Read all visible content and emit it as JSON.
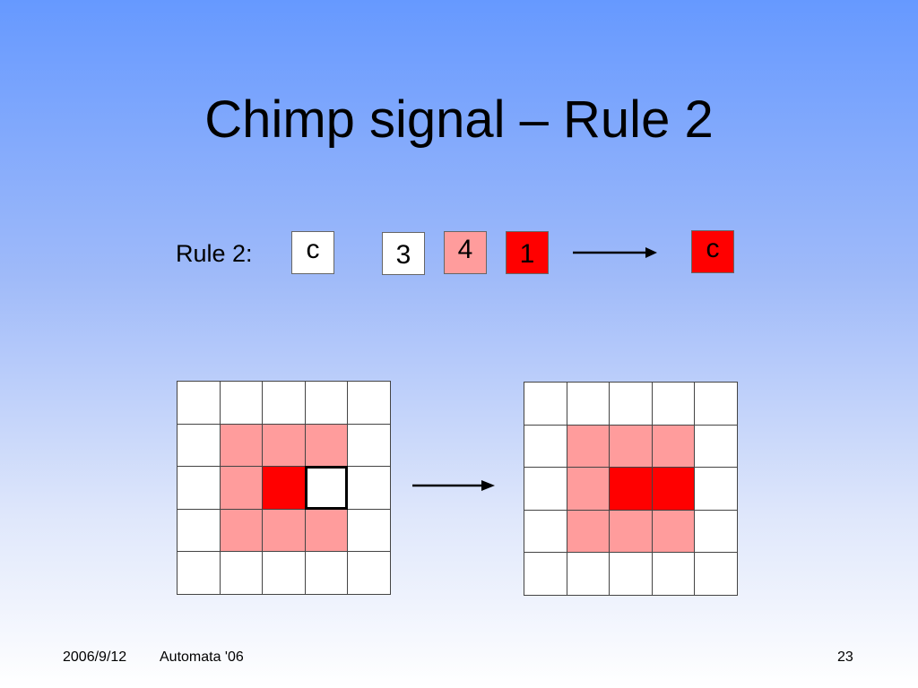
{
  "slide": {
    "title": "Chimp signal – Rule 2",
    "rule_label": "Rule 2:",
    "rule_cells": [
      {
        "label": "c",
        "color": "#ffffff"
      },
      {
        "label": "3",
        "color": "#ffffff"
      },
      {
        "label": "4",
        "color": "#ff9c9c"
      },
      {
        "label": "1",
        "color": "#ff0000"
      }
    ],
    "result_cell": {
      "label": "c",
      "color": "#ff0000"
    }
  },
  "grids": {
    "before": [
      [
        "white",
        "white",
        "white",
        "white",
        "white"
      ],
      [
        "white",
        "pink",
        "pink",
        "pink",
        "white"
      ],
      [
        "white",
        "pink",
        "red",
        "white-bold",
        "white"
      ],
      [
        "white",
        "pink",
        "pink",
        "pink",
        "white"
      ],
      [
        "white",
        "white",
        "white",
        "white",
        "white"
      ]
    ],
    "after": [
      [
        "white",
        "white",
        "white",
        "white",
        "white"
      ],
      [
        "white",
        "pink",
        "pink",
        "pink",
        "white"
      ],
      [
        "white",
        "pink",
        "red",
        "red",
        "white"
      ],
      [
        "white",
        "pink",
        "pink",
        "pink",
        "white"
      ],
      [
        "white",
        "white",
        "white",
        "white",
        "white"
      ]
    ]
  },
  "colors": {
    "white": "#ffffff",
    "pink": "#ff9c9c",
    "red": "#ff0000",
    "background_top": "#6699ff"
  },
  "footer": {
    "date": "2006/9/12",
    "event": "Automata '06",
    "page_number": "23"
  }
}
